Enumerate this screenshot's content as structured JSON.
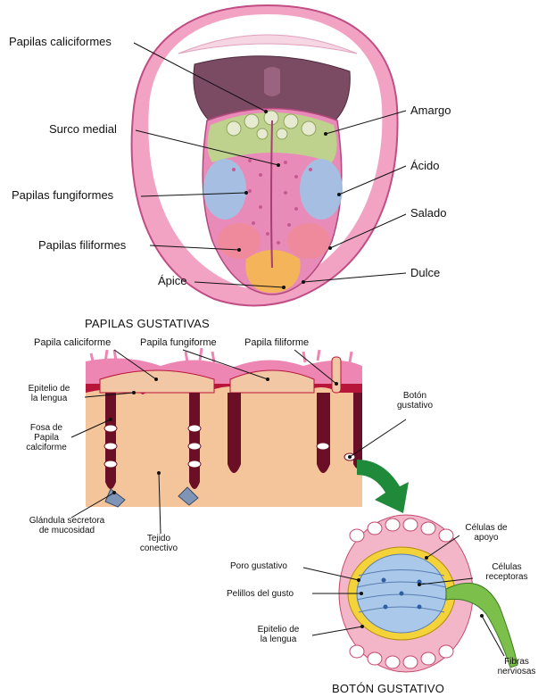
{
  "tongue": {
    "labels": {
      "papilas_caliciformes": "Papilas caliciformes",
      "surco_medial": "Surco medial",
      "papilas_fungiformes": "Papilas fungiformes",
      "papilas_filiformes": "Papilas filiformes",
      "apice": "Ápice",
      "amargo": "Amargo",
      "acido": "Ácido",
      "salado": "Salado",
      "dulce": "Dulce"
    }
  },
  "section": {
    "title": "PAPILAS GUSTATIVAS",
    "labels": {
      "papila_caliciforme": "Papila caliciforme",
      "papila_fungiforme": "Papila fungiforme",
      "papila_filiforme": "Papila filiforme",
      "epitelio_1": "Epitelio de",
      "epitelio_2": "la lengua",
      "fosa_1": "Fosa de",
      "fosa_2": "Papila",
      "fosa_3": "calciforme",
      "boton_1": "Botón",
      "boton_2": "gustativo",
      "glandula_1": "Glándula secretora",
      "glandula_2": "de mucosidad",
      "tejido_1": "Tejido",
      "tejido_2": "conectivo"
    }
  },
  "bud": {
    "title": "BOTÓN GUSTATIVO",
    "labels": {
      "celulas_apoyo_1": "Células de",
      "celulas_apoyo_2": "apoyo",
      "celulas_receptoras_1": "Células",
      "celulas_receptoras_2": "receptoras",
      "poro": "Poro gustativo",
      "pelillos": "Pelillos del gusto",
      "epitelio_1": "Epitelio de",
      "epitelio_2": "la lengua",
      "fibras_1": "Fibras",
      "fibras_2": "nerviosas"
    }
  },
  "colors": {
    "mouth_pink": "#f2a3c4",
    "tongue_pink": "#e98bb8",
    "back_purple": "#7b4a63",
    "bitter_green": "#b9d98a",
    "sour_blue": "#9fc3e6",
    "salt_red": "#f08a9a",
    "sweet_orange": "#f3b45a",
    "tissue_peach": "#f4c59a",
    "epithelium_red": "#b8153a",
    "arrow_green": "#1f8a3a",
    "nerve_green": "#7cbf4a"
  }
}
